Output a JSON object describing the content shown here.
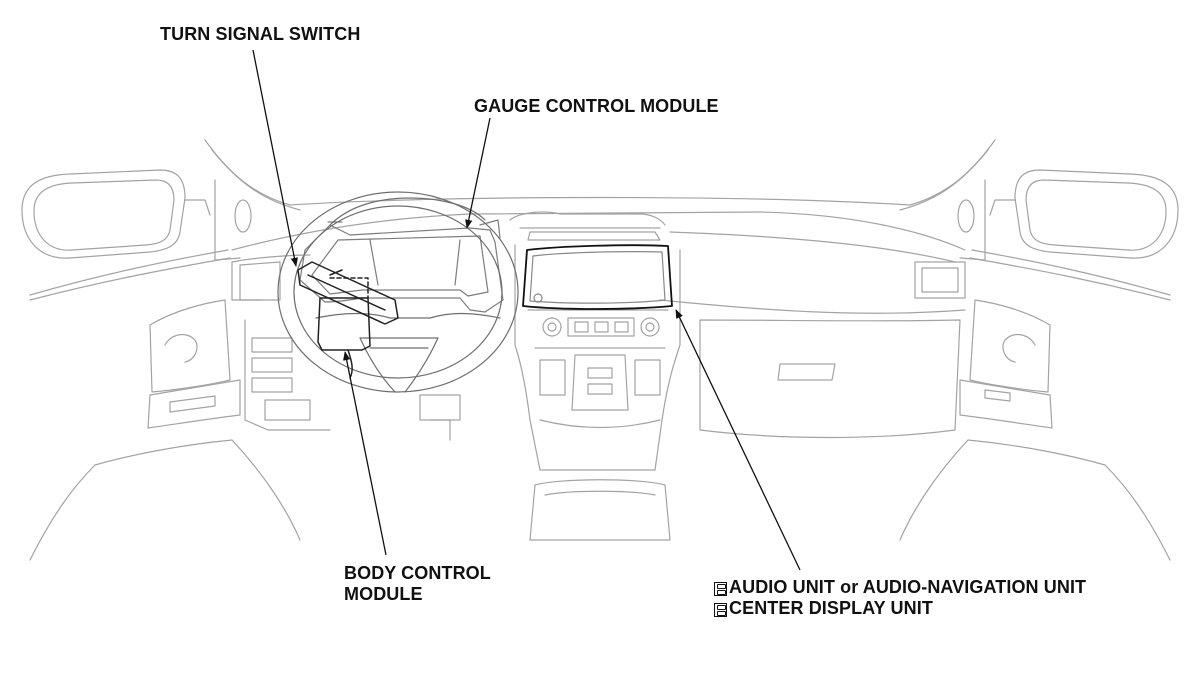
{
  "labels": {
    "turn_signal_switch": "TURN SIGNAL SWITCH",
    "gauge_control_module": "GAUGE CONTROL MODULE",
    "body_control_module_line1": "BODY CONTROL",
    "body_control_module_line2": "MODULE",
    "audio_unit": "AUDIO UNIT or AUDIO-NAVIGATION UNIT",
    "center_display_unit": "CENTER DISPLAY UNIT"
  },
  "colors": {
    "background": "#ffffff",
    "line_art": "#9a9a9a",
    "leader": "#111111",
    "text": "#111111"
  }
}
